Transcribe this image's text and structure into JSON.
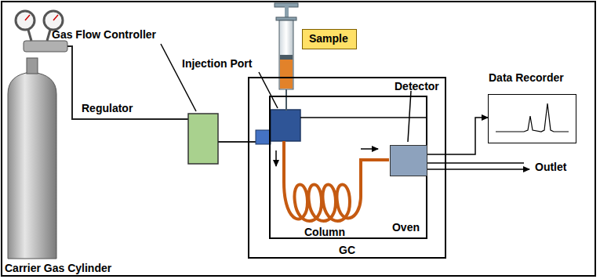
{
  "diagram": {
    "nodes": [
      {
        "text": [
          "GC"
        ]
      },
      {
        "text": [
          "Oven"
        ],
        "in": 0
      },
      {
        "text": [
          "Detector"
        ],
        "in": 0
      },
      {
        "text": [
          "Sample"
        ]
      },
      {
        "text": [
          "Data Recorder"
        ]
      }
    ],
    "edges": [
      {
        "from": 2,
        "to": 4,
        "arrow": "to"
      }
    ],
    "labels": [
      "Gas Flow Controller",
      "Injection Port",
      "Regulator",
      "Column",
      "Outlet",
      "Carrier Gas Cylinder"
    ]
  }
}
